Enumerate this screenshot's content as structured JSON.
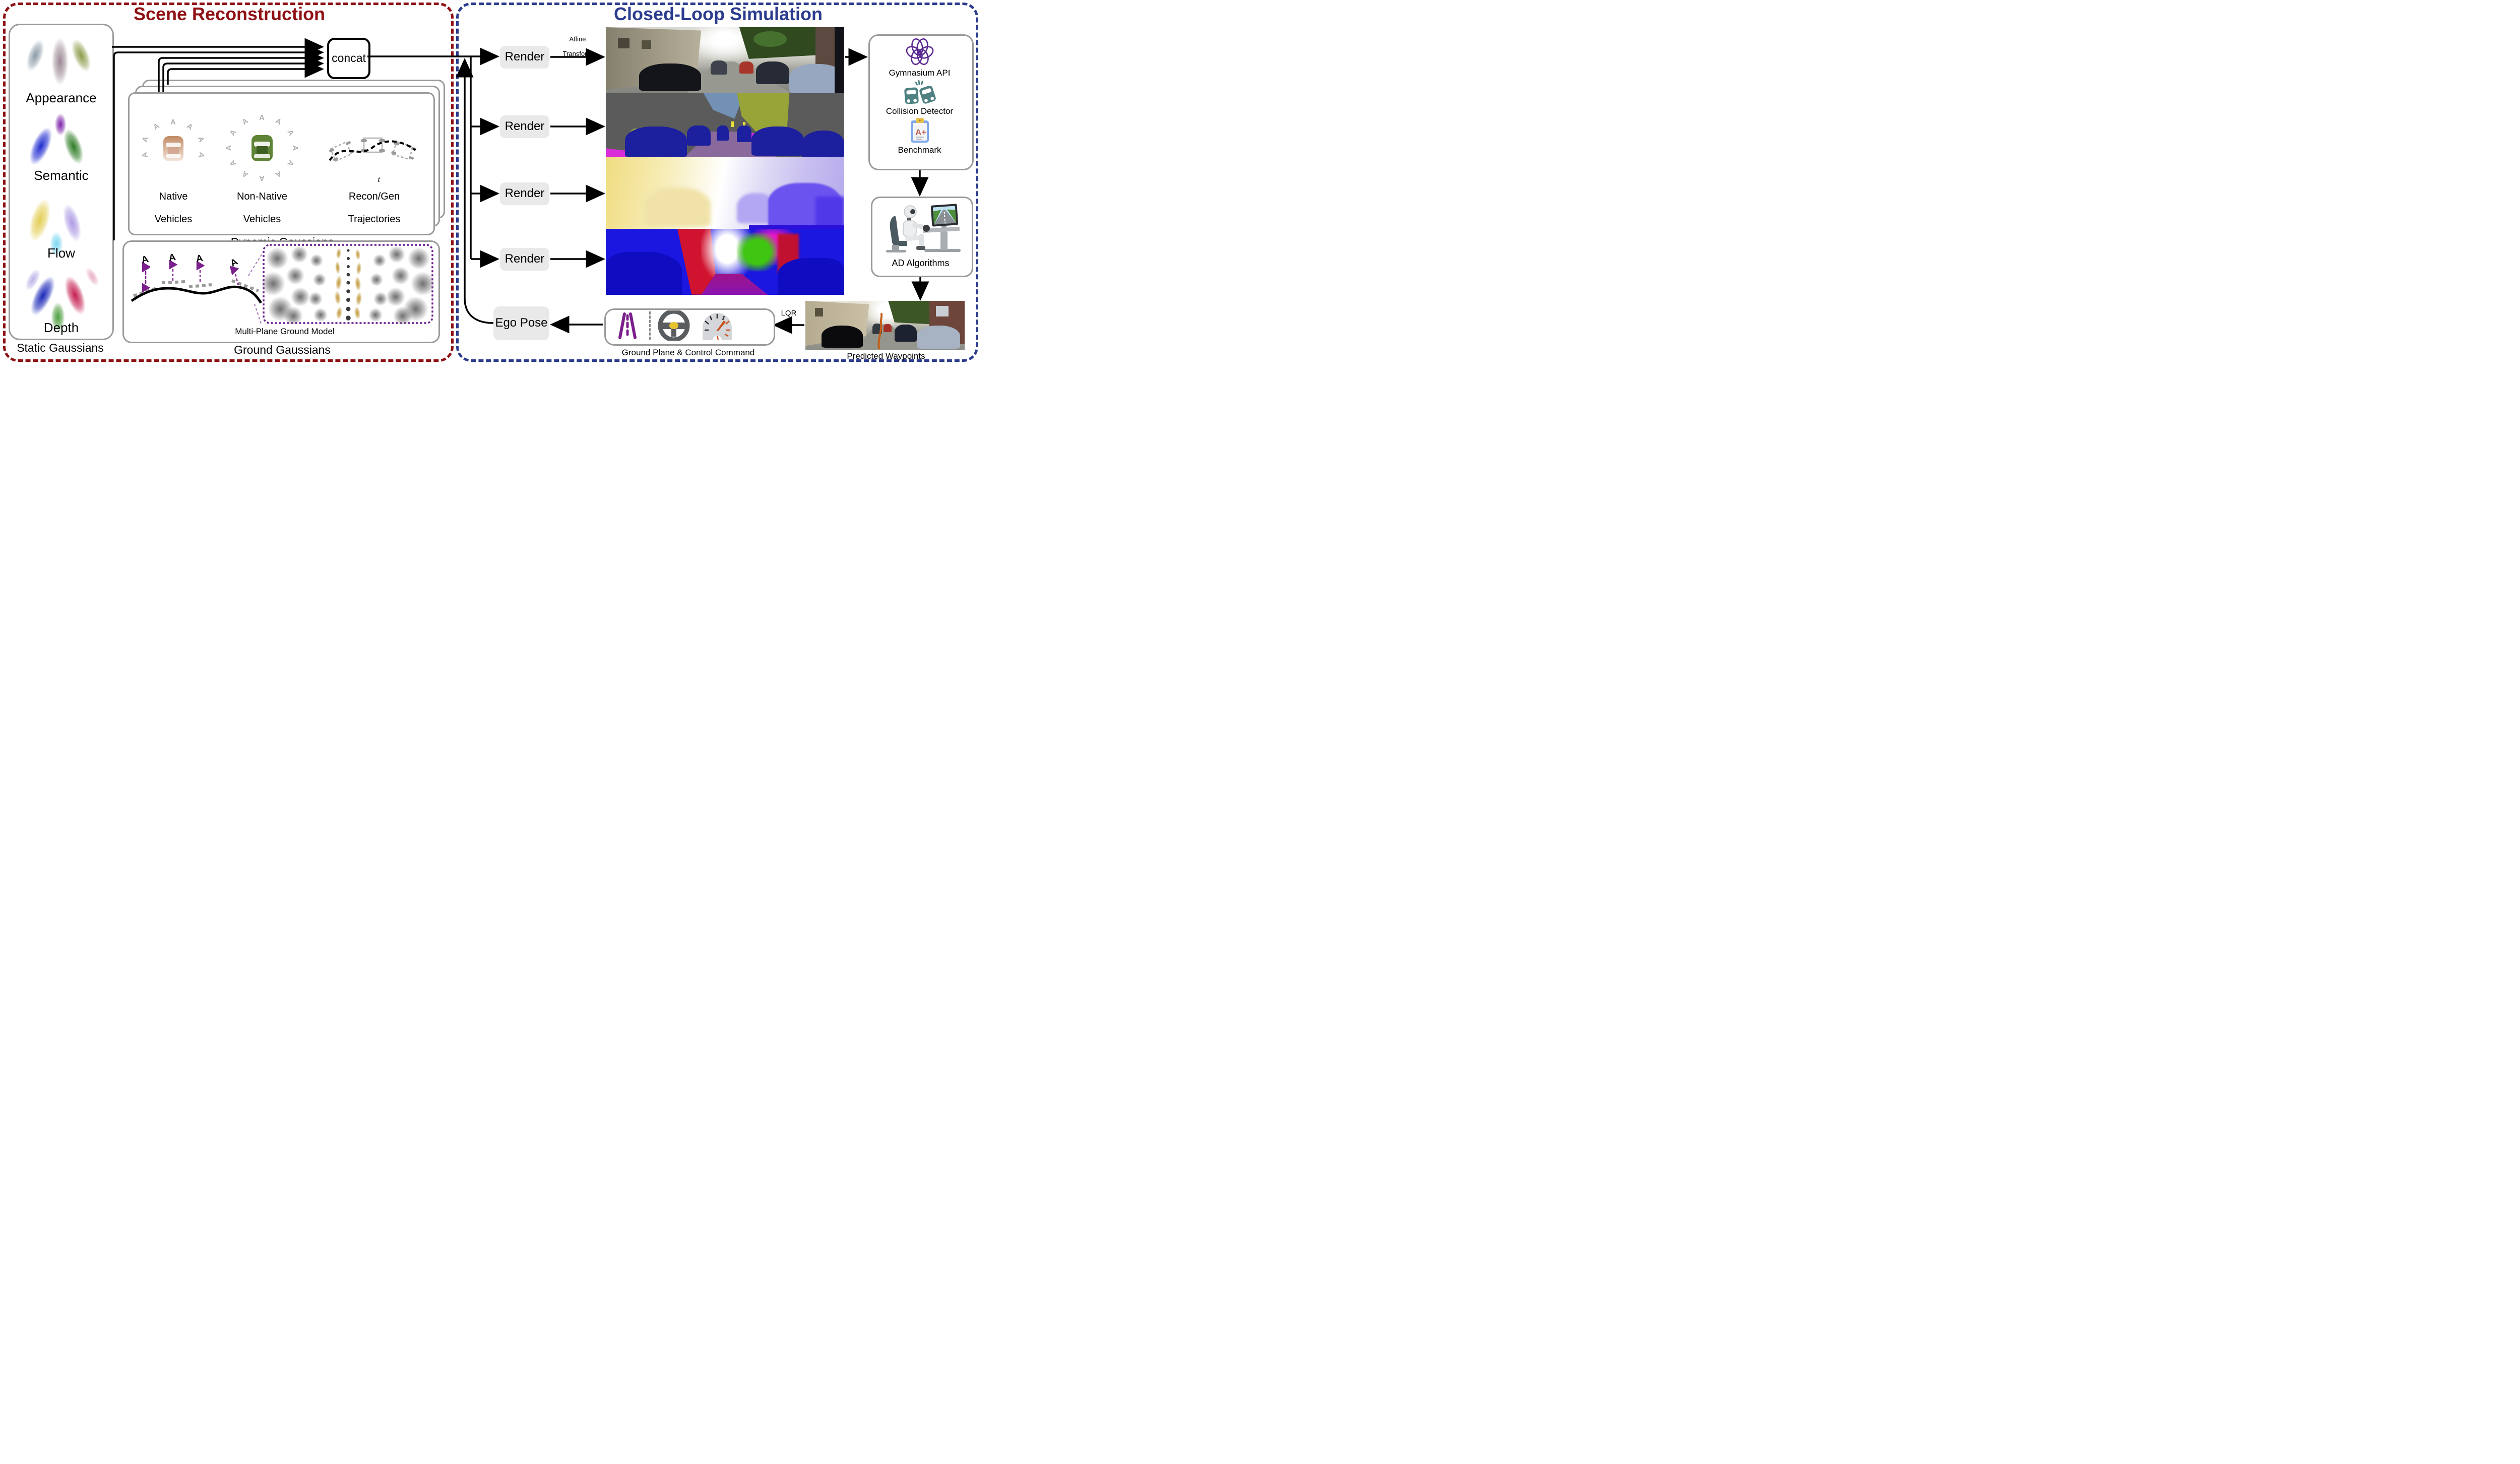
{
  "titles": {
    "scene": "Scene Reconstruction",
    "simulation": "Closed-Loop Simulation"
  },
  "colors": {
    "scene_accent": "#8F1014",
    "simulation_accent": "#2B3C8E",
    "panel_border": "#9A9A9A",
    "gray_box_bg": "#E9E9E9",
    "ground_purple": "#7A1F8C",
    "waypoint_orange": "#C2601A",
    "collision_teal": "#4E8182",
    "gym_logo_purple": "#5B2A91",
    "benchmark_blue": "#7FA8E8",
    "native_vehicle_tan": "#C89878",
    "non_native_vehicle_green": "#5F8435"
  },
  "static_panel": {
    "labels": [
      "Appearance",
      "Semantic",
      "Flow",
      "Depth"
    ],
    "caption": "Static Gaussians"
  },
  "dynamic_panel": {
    "items": [
      {
        "line1": "Native",
        "line2": "Vehicles"
      },
      {
        "line1": "Non-Native",
        "line2": "Vehicles"
      },
      {
        "line1": "Recon/Gen",
        "line2": "Trajectories"
      }
    ],
    "caption": "Dynamic Gaussians",
    "time_label": "t"
  },
  "ground_panel": {
    "model_caption": "Multi-Plane Ground Model",
    "caption": "Ground Gaussians"
  },
  "flow": {
    "concat": "concat",
    "render": "Render",
    "affine_line1": "Affine",
    "affine_line2": "Transform",
    "lqr": "LQR",
    "ego_pose": "Ego Pose"
  },
  "evaluation": {
    "gymnasium": "Gymnasium API",
    "collision": "Collision Detector",
    "benchmark": "Benchmark",
    "grade": "A+"
  },
  "ad": {
    "label": "AD Algorithms"
  },
  "waypoints": {
    "caption": "Predicted Waypoints"
  },
  "control": {
    "caption": "Ground Plane & Control Command"
  },
  "glyphs": {
    "camera": "A"
  }
}
